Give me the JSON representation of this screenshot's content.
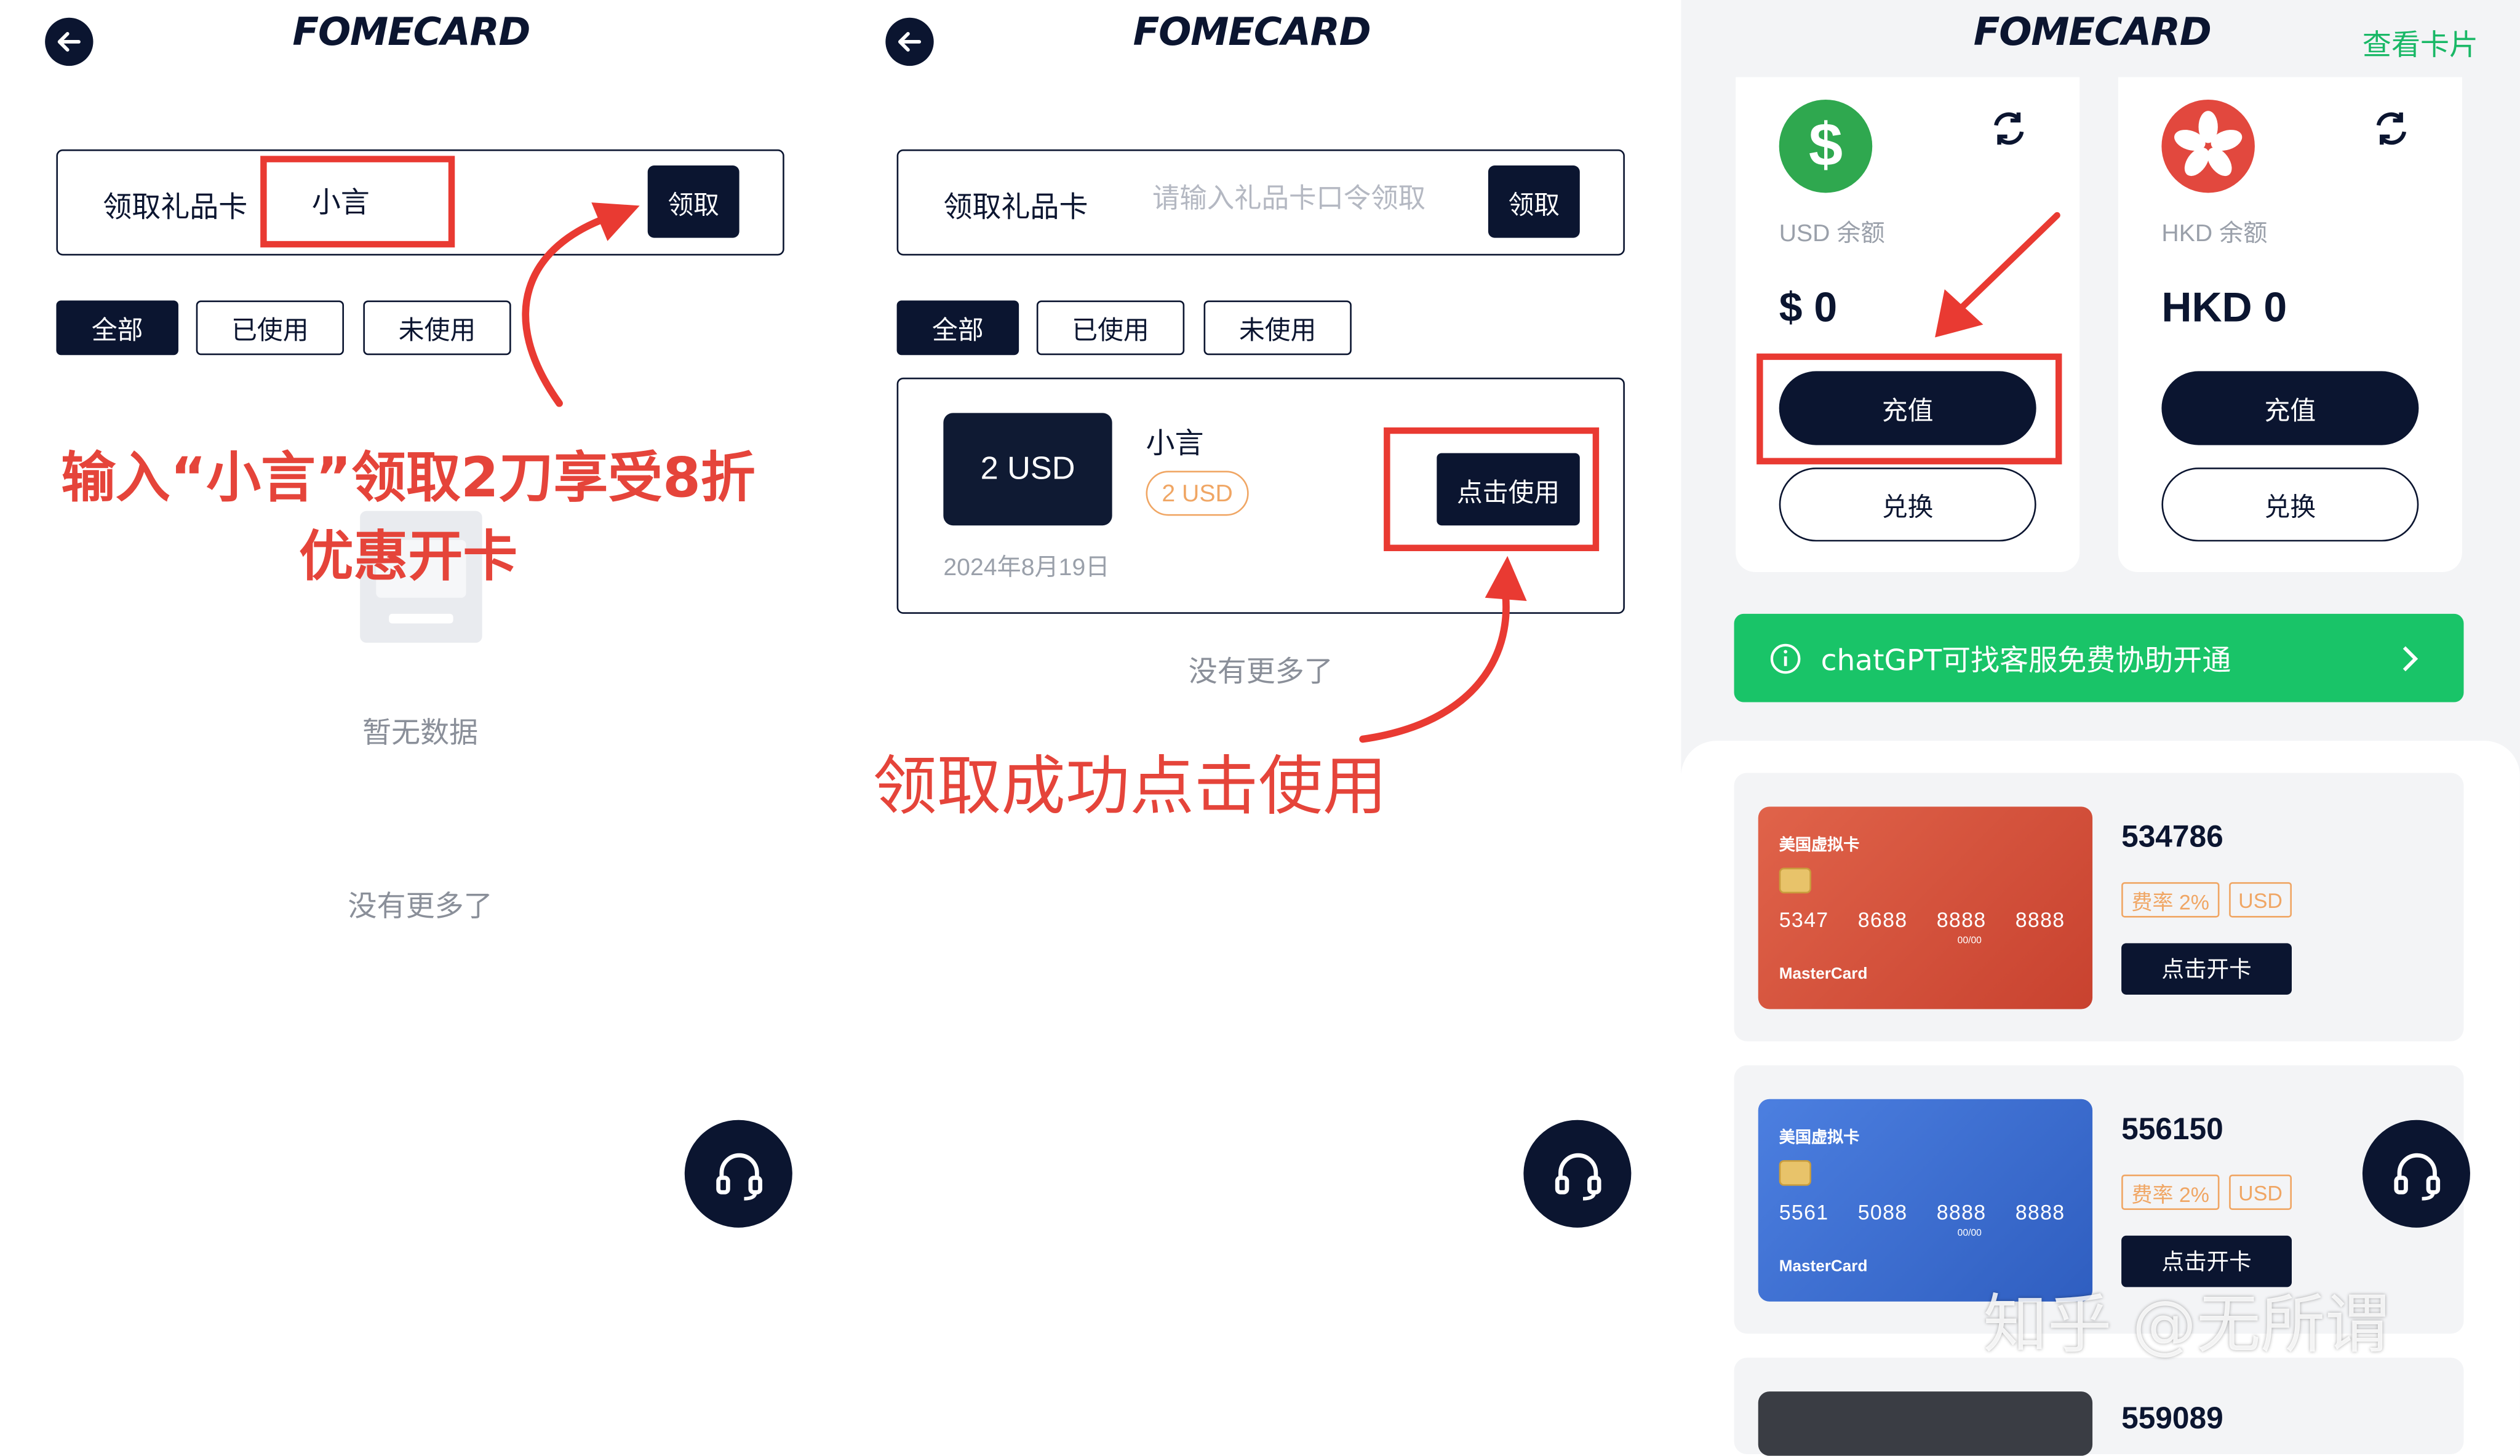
{
  "brand": {
    "logo_text": "FOMECARD"
  },
  "gift": {
    "label": "领取礼品卡",
    "claim_label": "领取",
    "input_value_1": "小言",
    "placeholder": "请输入礼品卡口令领取"
  },
  "filters": [
    "全部",
    "已使用",
    "未使用"
  ],
  "panel1": {
    "annotation_line1": "输入“小言”领取2刀享受8折",
    "annotation_line2": "优惠开卡",
    "empty_text": "暂无数据",
    "no_more": "没有更多了"
  },
  "panel2": {
    "card": {
      "amount": "2 USD",
      "name": "小言",
      "tag": "2 USD",
      "date": "2024年8月19日",
      "use_label": "点击使用"
    },
    "no_more": "没有更多了",
    "annotation": "领取成功点击使用"
  },
  "panel3": {
    "view_cards": "查看卡片",
    "balances": [
      {
        "label": "USD 余额",
        "amount": "$ 0",
        "topup": "充值",
        "exchange": "兑换",
        "icon": "dollar-icon",
        "color": "#2fa84f"
      },
      {
        "label": "HKD 余额",
        "amount": "HKD 0",
        "topup": "充值",
        "exchange": "兑换",
        "icon": "bauhinia-icon",
        "color": "#e2483e"
      }
    ],
    "banner_text": "chatGPT可找客服免费协助开通",
    "cards": [
      {
        "title": "美国虚拟卡",
        "number": [
          "5347",
          "8688",
          "8888",
          "8888"
        ],
        "expiry": "00/00",
        "brand": "MasterCard",
        "id": "534786",
        "fee": "费率 2%",
        "currency": "USD",
        "open": "点击开卡",
        "color": "#d8503a"
      },
      {
        "title": "美国虚拟卡",
        "number": [
          "5561",
          "5088",
          "8888",
          "8888"
        ],
        "expiry": "00/00",
        "brand": "MasterCard",
        "id": "556150",
        "fee": "费率 2%",
        "currency": "USD",
        "open": "点击开卡",
        "color": "#3f6fd0"
      },
      {
        "id": "559089"
      }
    ],
    "watermark": "知乎 @无所谓"
  }
}
